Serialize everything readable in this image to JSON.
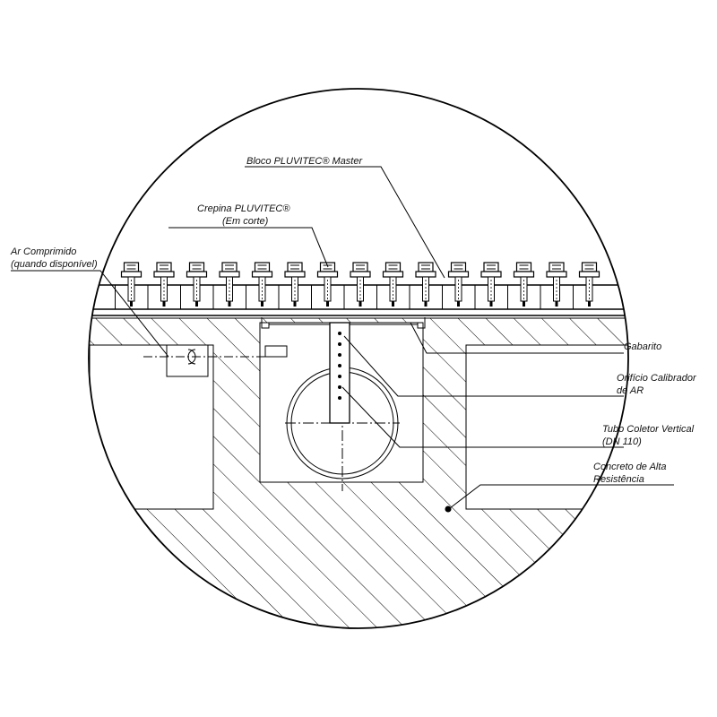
{
  "labels": {
    "bloco": "Bloco PLUVITEC® Master",
    "crepina_1": "Crepina PLUVITEC®",
    "crepina_2": "(Em corte)",
    "ar_1": "Ar Comprimido",
    "ar_2": "(quando disponível)",
    "gabarito": "Gabarito",
    "orificio_1": "Orifício Calibrador",
    "orificio_2": "de AR",
    "tubo_1": "Tubo Coletor Vertical",
    "tubo_2": "(DN 110)",
    "concreto_1": "Concreto de Alta",
    "concreto_2": "Resistência"
  },
  "colors": {
    "line": "#000000",
    "background": "#ffffff"
  }
}
